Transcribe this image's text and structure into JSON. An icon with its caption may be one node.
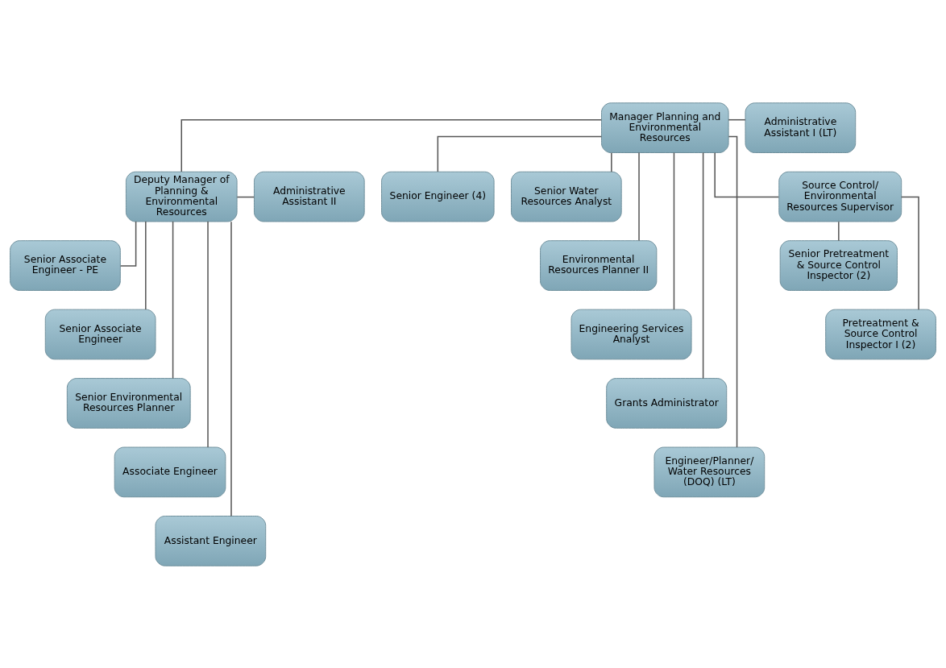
{
  "diagram": {
    "nodes": [
      {
        "text": [
          "Manager Planning and Environmental Resources"
        ]
      },
      {
        "text": [
          "Administrative Assistant I (LT)"
        ]
      },
      {
        "text": [
          "Deputy Manager of Planning & Environmental Resources"
        ]
      },
      {
        "text": [
          "Administrative Assistant II"
        ]
      },
      {
        "text": [
          "Senior Associate Engineer - PE"
        ]
      },
      {
        "text": [
          "Senior Associate Engineer"
        ]
      },
      {
        "text": [
          "Senior Environmental Resources Planner"
        ]
      },
      {
        "text": [
          "Associate Engineer"
        ]
      },
      {
        "text": [
          "Assistant Engineer"
        ]
      },
      {
        "text": [
          "Senior Engineer (4)"
        ]
      },
      {
        "text": [
          "Senior Water Resources Analyst"
        ]
      },
      {
        "text": [
          "Environmental Resources Planner II"
        ]
      },
      {
        "text": [
          "Engineering Services Analyst"
        ]
      },
      {
        "text": [
          "Grants Administrator"
        ]
      },
      {
        "text": [
          "Engineer/Planner/ Water Resources (DOQ) (LT)"
        ]
      },
      {
        "text": [
          "Source Control/ Environmental Resources Supervisor"
        ]
      },
      {
        "text": [
          "Senior Pretreatment & Source Control Inspector (2)"
        ]
      },
      {
        "text": [
          "Pretreatment & Source Control Inspector I (2)"
        ]
      }
    ],
    "edges": [
      {
        "from": 0,
        "to": 1,
        "arrow": "none"
      },
      {
        "from": 0,
        "to": 2,
        "arrow": "none"
      },
      {
        "from": 2,
        "to": 3,
        "arrow": "none"
      },
      {
        "from": 2,
        "to": 4,
        "arrow": "none"
      },
      {
        "from": 2,
        "to": 5,
        "arrow": "none"
      },
      {
        "from": 2,
        "to": 6,
        "arrow": "none"
      },
      {
        "from": 2,
        "to": 7,
        "arrow": "none"
      },
      {
        "from": 2,
        "to": 8,
        "arrow": "none"
      },
      {
        "from": 0,
        "to": 9,
        "arrow": "none"
      },
      {
        "from": 0,
        "to": 10,
        "arrow": "none"
      },
      {
        "from": 0,
        "to": 11,
        "arrow": "none"
      },
      {
        "from": 0,
        "to": 12,
        "arrow": "none"
      },
      {
        "from": 0,
        "to": 13,
        "arrow": "none"
      },
      {
        "from": 0,
        "to": 14,
        "arrow": "none"
      },
      {
        "from": 0,
        "to": 15,
        "arrow": "none"
      },
      {
        "from": 15,
        "to": 16,
        "arrow": "none"
      },
      {
        "from": 15,
        "to": 17,
        "arrow": "none"
      }
    ]
  }
}
